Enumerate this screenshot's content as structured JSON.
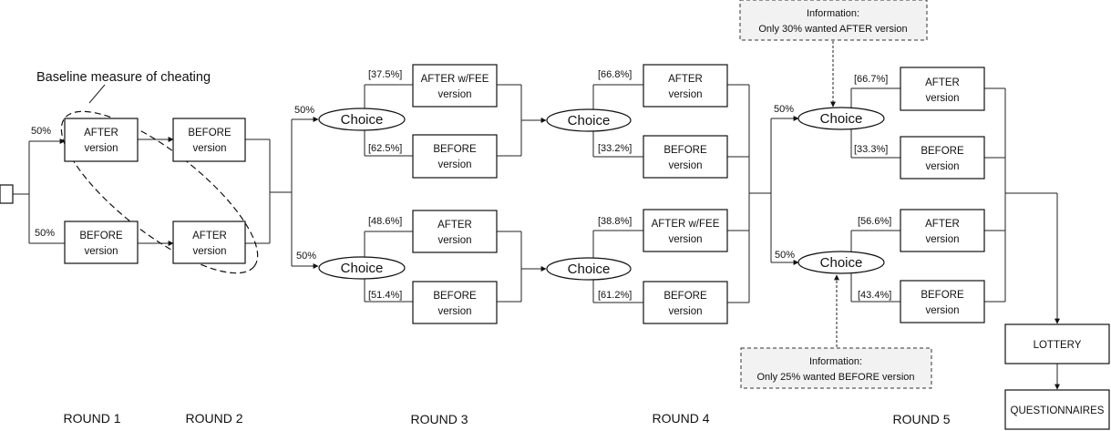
{
  "baseline_label": "Baseline measure of cheating",
  "rounds": [
    "ROUND 1",
    "ROUND 2",
    "ROUND 3",
    "ROUND 4",
    "ROUND 5"
  ],
  "choice_label": "Choice",
  "boxes": {
    "r1_top": [
      "AFTER",
      "version"
    ],
    "r1_bot": [
      "BEFORE",
      "version"
    ],
    "r2_top": [
      "BEFORE",
      "version"
    ],
    "r2_bot": [
      "AFTER",
      "version"
    ],
    "r3_a": [
      "AFTER w/FEE",
      "version"
    ],
    "r3_b": [
      "BEFORE",
      "version"
    ],
    "r3_c": [
      "AFTER",
      "version"
    ],
    "r3_d": [
      "BEFORE",
      "version"
    ],
    "r4_a": [
      "AFTER",
      "version"
    ],
    "r4_b": [
      "BEFORE",
      "version"
    ],
    "r4_c": [
      "AFTER w/FEE",
      "version"
    ],
    "r4_d": [
      "BEFORE",
      "version"
    ],
    "r5_a": [
      "AFTER",
      "version"
    ],
    "r5_b": [
      "BEFORE",
      "version"
    ],
    "r5_c": [
      "AFTER",
      "version"
    ],
    "r5_d": [
      "BEFORE",
      "version"
    ],
    "lottery": [
      "LOTTERY"
    ],
    "questionnaires": [
      "QUESTIONNAIRES"
    ]
  },
  "percent_labels": {
    "r1_top": "50%",
    "r1_bot": "50%",
    "r3_top": "50%",
    "r3_bot": "50%",
    "r3_a": "[37.5%]",
    "r3_b": "[62.5%]",
    "r3_c": "[48.6%]",
    "r3_d": "[51.4%]",
    "r4_a": "[66.8%]",
    "r4_b": "[33.2%]",
    "r4_c": "[38.8%]",
    "r4_d": "[61.2%]",
    "r5_top": "50%",
    "r5_bot": "50%",
    "r5_a": "[66.7%]",
    "r5_b": "[33.3%]",
    "r5_c": "[56.6%]",
    "r5_d": "[43.4%]"
  },
  "info_boxes": {
    "top": [
      "Information:",
      "Only 30% wanted AFTER version"
    ],
    "bottom": [
      "Information:",
      "Only 25% wanted BEFORE version"
    ]
  }
}
